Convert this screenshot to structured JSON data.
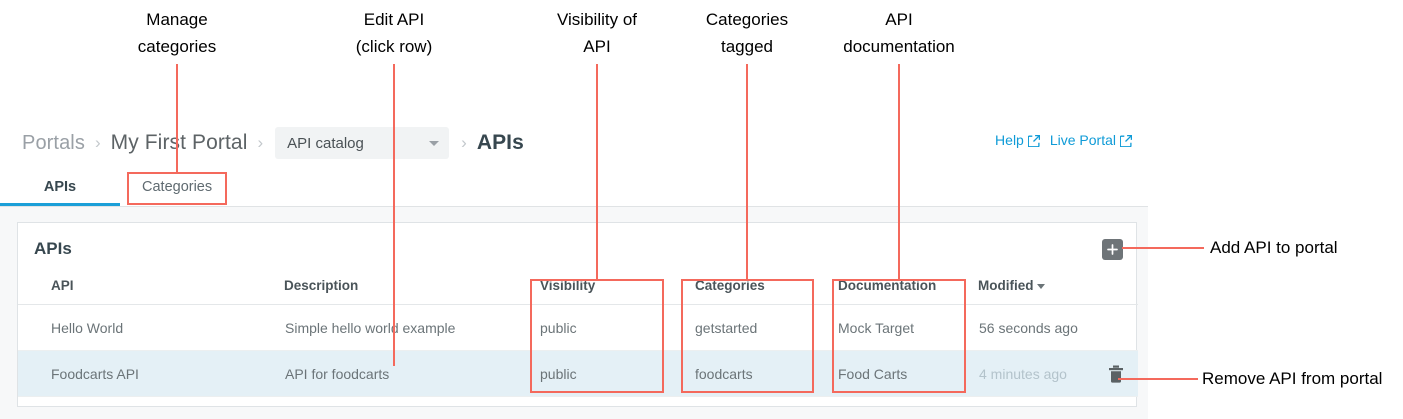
{
  "annotations": [
    {
      "id": "manage-categories",
      "text": "Manage\ncategories"
    },
    {
      "id": "edit-api",
      "text": "Edit API\n(click row)"
    },
    {
      "id": "visibility-of-api",
      "text": "Visibility of\nAPI"
    },
    {
      "id": "categories-tagged",
      "text": "Categories\ntagged"
    },
    {
      "id": "api-documentation",
      "text": "API\ndocumentation"
    },
    {
      "id": "add-api-to-portal",
      "text": "Add API to portal"
    },
    {
      "id": "remove-api-from-portal",
      "text": "Remove API from portal"
    }
  ],
  "breadcrumb": {
    "root": "Portals",
    "portal": "My First Portal",
    "catalog_select": "API catalog",
    "current": "APIs",
    "separator": "›"
  },
  "header_links": [
    {
      "label": "Help",
      "icon": "external-link-icon"
    },
    {
      "label": "Live Portal",
      "icon": "external-link-icon"
    }
  ],
  "tabs": [
    {
      "label": "APIs",
      "active": true
    },
    {
      "label": "Categories",
      "active": false
    }
  ],
  "card": {
    "title": "APIs",
    "add_button_icon": "plus-icon",
    "delete_row_icon": "trash-icon"
  },
  "table": {
    "columns": [
      "API",
      "Description",
      "Visibility",
      "Categories",
      "Documentation",
      "Modified"
    ],
    "sorted_column": "Modified",
    "sort_direction": "desc",
    "rows": [
      {
        "api": "Hello World",
        "description": "Simple hello world example",
        "visibility": "public",
        "categories": "getstarted",
        "documentation": "Mock Target",
        "modified": "56 seconds ago",
        "selected": false,
        "show_delete": false
      },
      {
        "api": "Foodcarts API",
        "description": "API for foodcarts",
        "visibility": "public",
        "categories": "foodcarts",
        "documentation": "Food Carts",
        "modified": "4 minutes ago",
        "selected": true,
        "show_delete": true
      }
    ]
  },
  "colors": {
    "annotation": "#f4695c",
    "link": "#0f9bd7",
    "tab_active_underline": "#1b9fd8",
    "row_selected_bg": "#e4f0f6",
    "page_bg": "#f7f8f9"
  }
}
